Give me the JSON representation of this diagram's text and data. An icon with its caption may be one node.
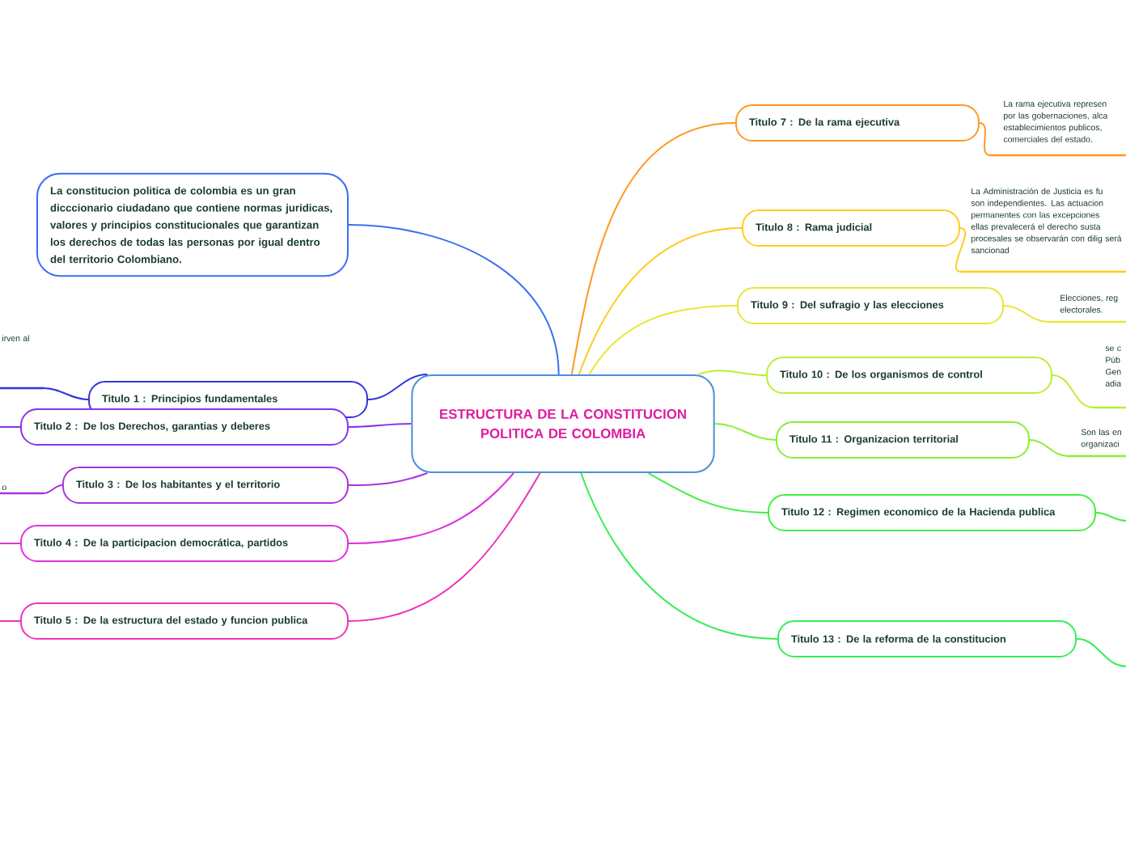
{
  "diagram": {
    "nodes": [
      {
        "text": [
          "ESTRUCTURA DE LA CONSTITUCION POLITICA DE COLOMBIA"
        ]
      },
      {
        "text": [
          "La constitucion politica de colombia es un gran dicccionario ciudadano que contiene normas juridicas, valores y principios constitucionales que garantizan los derechos de todas las personas por igual dentro del territorio Colombiano."
        ]
      },
      {
        "text": [
          "Titulo 1 : Principios fundamentales"
        ]
      },
      {
        "text": [
          "Titulo 2 : De los Derechos, garantias y deberes"
        ]
      },
      {
        "text": [
          "Titulo 3 : De los habitantes y el territorio"
        ]
      },
      {
        "text": [
          "Titulo 4 : De la participacion democrática, partidos"
        ]
      },
      {
        "text": [
          "Titulo 5 : De la estructura del estado y funcion publica"
        ]
      },
      {
        "text": [
          "Titulo 7 : De la rama ejecutiva"
        ]
      },
      {
        "text": [
          "Titulo 8 : Rama judicial"
        ]
      },
      {
        "text": [
          "Titulo 9 : Del sufragio y las elecciones"
        ]
      },
      {
        "text": [
          "Titulo 10 : De los organismos de control"
        ]
      },
      {
        "text": [
          "Titulo 11 : Organizacion territorial"
        ]
      },
      {
        "text": [
          "Titulo 12 : Regimen economico de la Hacienda publica"
        ]
      },
      {
        "text": [
          "Titulo 13 : De la reforma de la constitucion"
        ]
      },
      {
        "text": [
          "irven al"
        ]
      },
      {
        "text": [
          "o"
        ]
      },
      {
        "text": [
          "La rama ejecutiva represen por las gobernaciones, alca establecimientos publicos, comerciales del estado."
        ]
      },
      {
        "text": [
          "La Administración de Justicia es fu son independientes. Las actuacion permanentes con las excepciones ellas prevalecerá el derecho susta procesales se observarán con dilig será sancionad"
        ]
      },
      {
        "text": [
          "Elecciones, reg electorales."
        ]
      },
      {
        "text": [
          "se c Púb Gen adia"
        ]
      },
      {
        "text": [
          "Son las en organizaci"
        ]
      }
    ],
    "edges": [
      {
        "from": 0,
        "to": 1,
        "arrow": "none",
        "color": "#3a6ff0"
      },
      {
        "from": 0,
        "to": 2,
        "arrow": "none",
        "color": "#3333dd"
      },
      {
        "from": 0,
        "to": 3,
        "arrow": "none",
        "color": "#8833ee"
      },
      {
        "from": 0,
        "to": 4,
        "arrow": "none",
        "color": "#aa33dd"
      },
      {
        "from": 0,
        "to": 5,
        "arrow": "none",
        "color": "#dd33dd"
      },
      {
        "from": 0,
        "to": 6,
        "arrow": "none",
        "color": "#ee33bb"
      },
      {
        "from": 0,
        "to": 7,
        "arrow": "none",
        "color": "#ff9922"
      },
      {
        "from": 0,
        "to": 8,
        "arrow": "none",
        "color": "#ffcc22"
      },
      {
        "from": 0,
        "to": 9,
        "arrow": "none",
        "color": "#e6e633"
      },
      {
        "from": 0,
        "to": 10,
        "arrow": "none",
        "color": "#bbee33"
      },
      {
        "from": 0,
        "to": 11,
        "arrow": "none",
        "color": "#88ee33"
      },
      {
        "from": 0,
        "to": 12,
        "arrow": "none",
        "color": "#44ee44"
      },
      {
        "from": 0,
        "to": 13,
        "arrow": "none",
        "color": "#33ee55"
      },
      {
        "from": 2,
        "to": 14,
        "arrow": "none",
        "color": "#3333dd"
      },
      {
        "from": 3,
        "to": null,
        "arrow": "none",
        "color": "#8833ee"
      },
      {
        "from": 4,
        "to": 15,
        "arrow": "none",
        "color": "#aa33dd"
      },
      {
        "from": 5,
        "to": null,
        "arrow": "none",
        "color": "#dd33dd"
      },
      {
        "from": 6,
        "to": null,
        "arrow": "none",
        "color": "#ee33bb"
      },
      {
        "from": 7,
        "to": 16,
        "arrow": "none",
        "color": "#ff9922"
      },
      {
        "from": 8,
        "to": 17,
        "arrow": "none",
        "color": "#ffcc22"
      },
      {
        "from": 9,
        "to": 18,
        "arrow": "none",
        "color": "#e6e633"
      },
      {
        "from": 10,
        "to": 19,
        "arrow": "none",
        "color": "#bbee33"
      },
      {
        "from": 11,
        "to": 20,
        "arrow": "none",
        "color": "#88ee33"
      },
      {
        "from": 12,
        "to": null,
        "arrow": "none",
        "color": "#44ee44"
      },
      {
        "from": 13,
        "to": null,
        "arrow": "none",
        "color": "#33ee55"
      }
    ]
  }
}
